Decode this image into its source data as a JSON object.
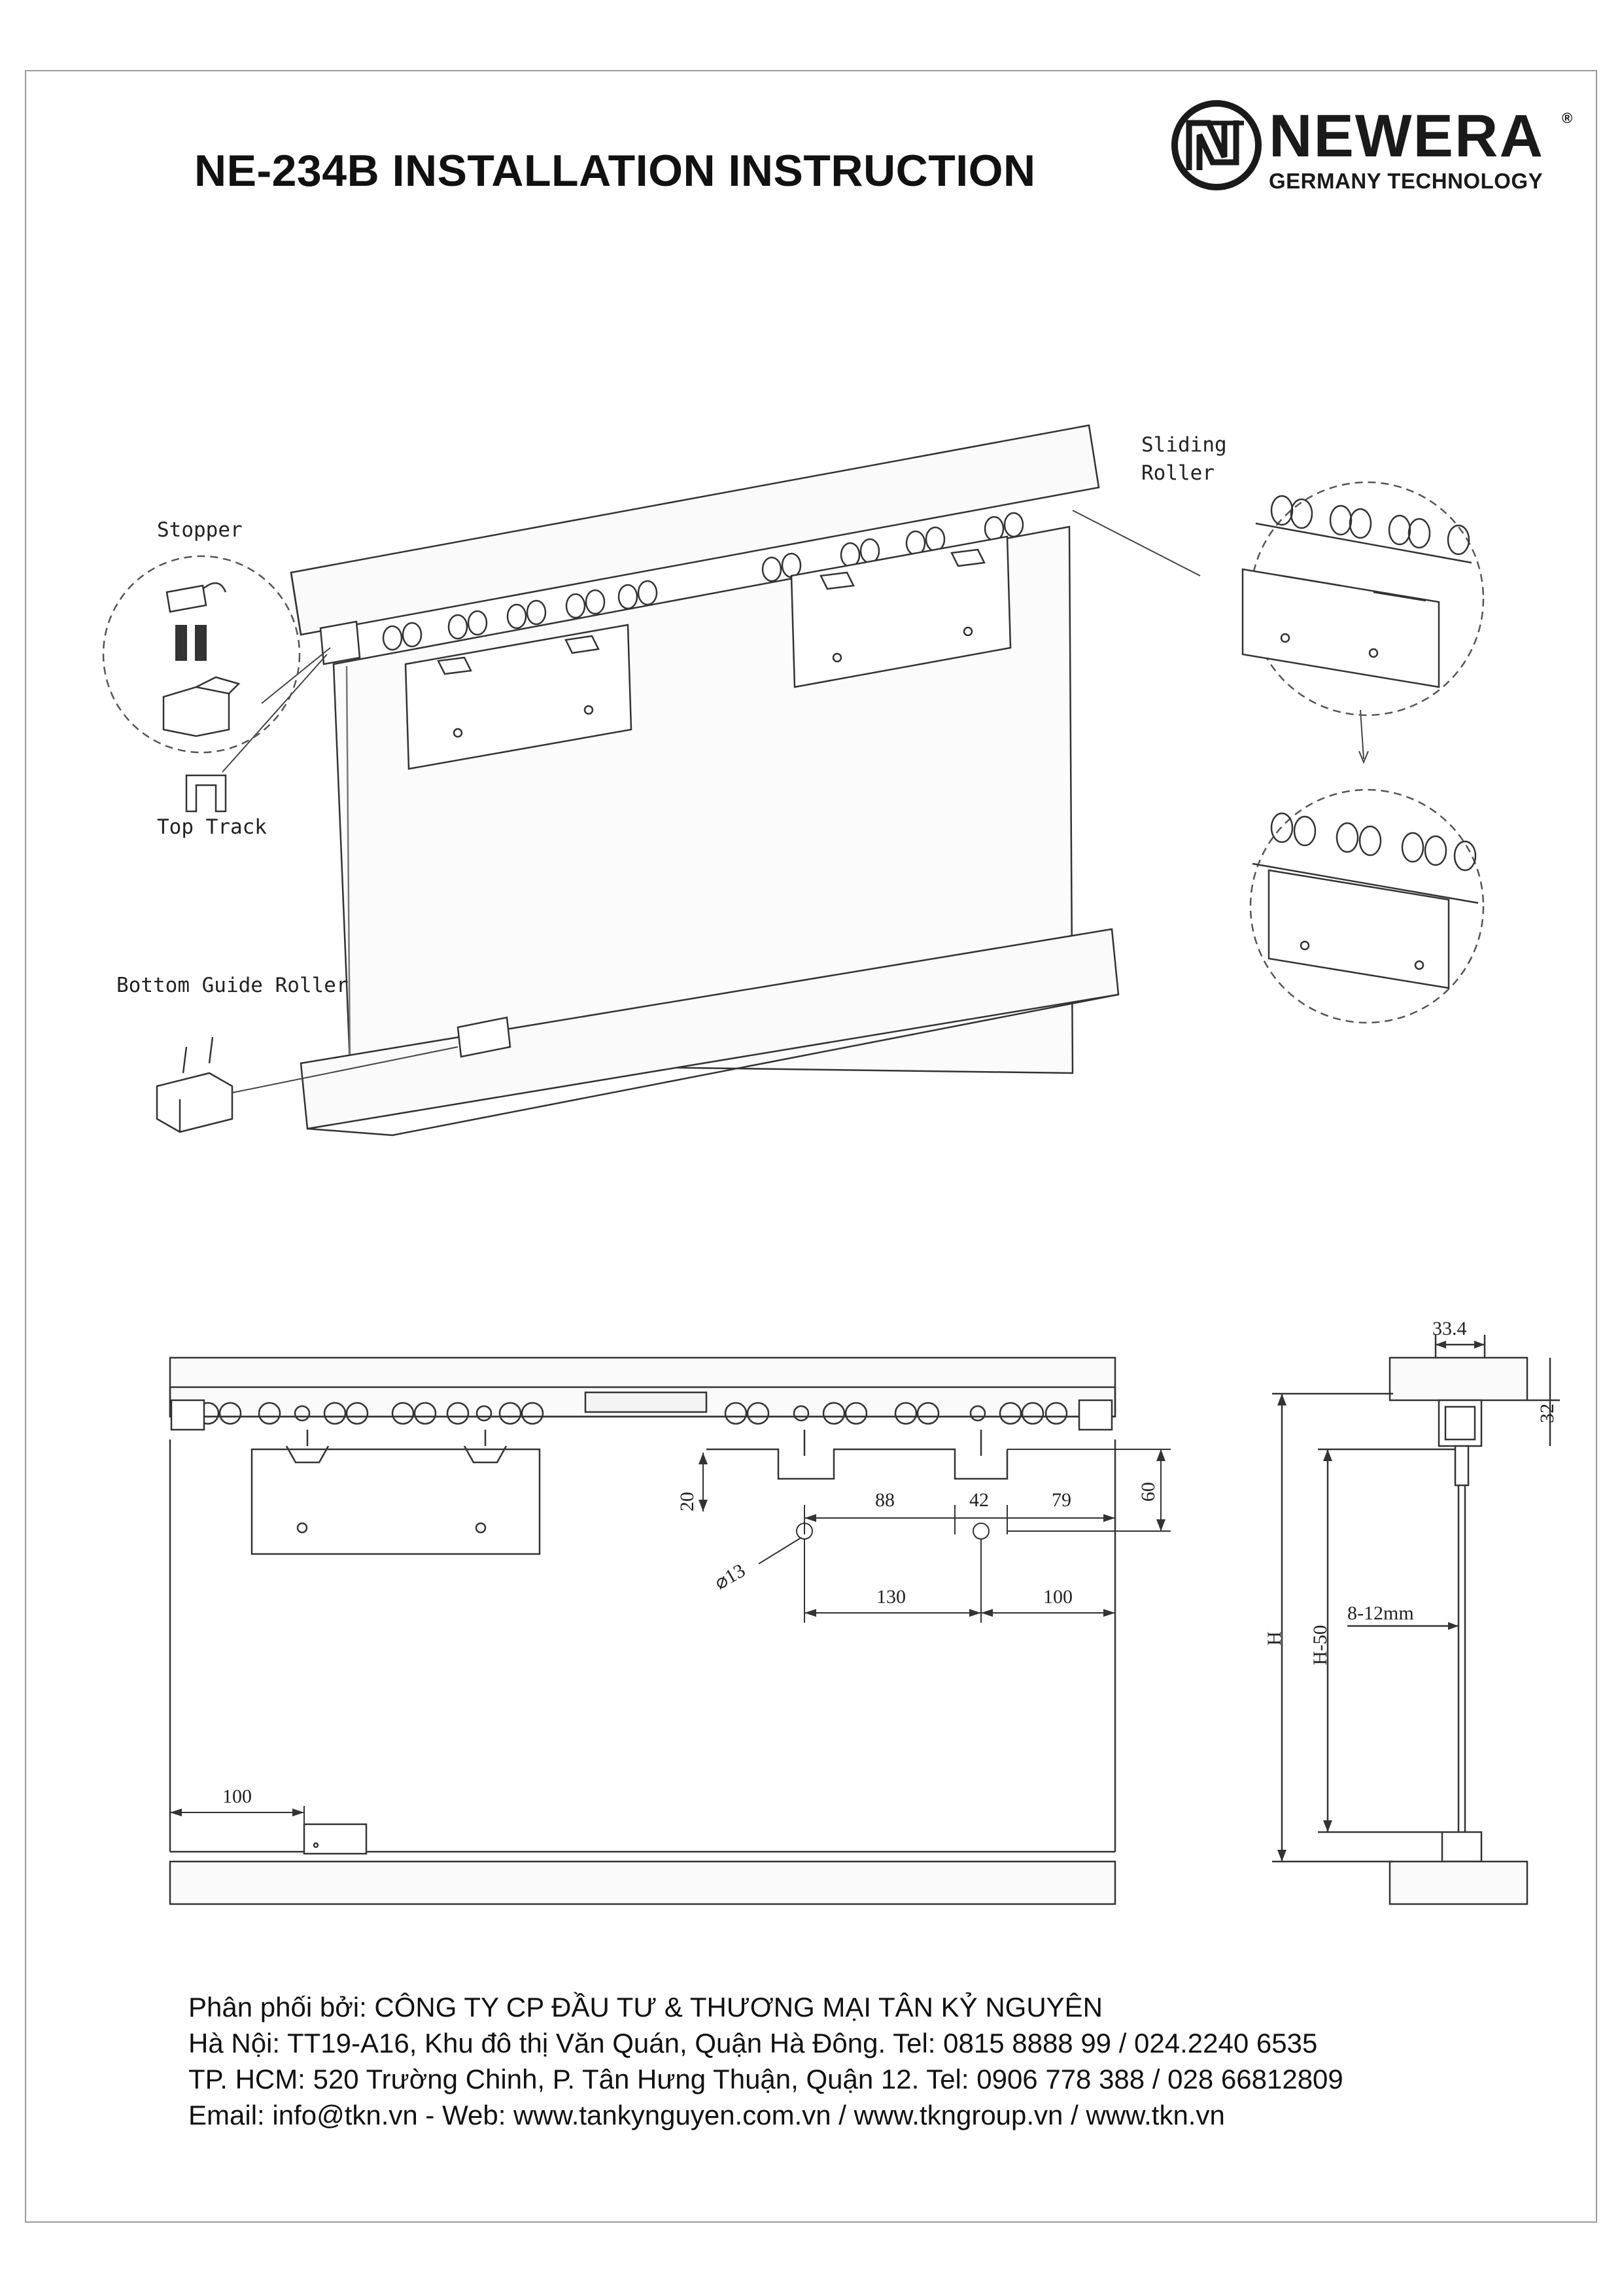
{
  "title": "NE-234B INSTALLATION INSTRUCTION",
  "brand": {
    "name": "NEWERA",
    "registered": "®",
    "tagline": "GERMANY TECHNOLOGY",
    "icon": "newera-logo-icon"
  },
  "parts": {
    "stopper": "Stopper",
    "top_track": "Top Track",
    "bottom_guide_roller": "Bottom Guide Roller",
    "sliding_roller_line1": "Sliding",
    "sliding_roller_line2": "Roller"
  },
  "dimensions": {
    "d20": "20",
    "d88": "88",
    "d42": "42",
    "d79": "79",
    "d60": "60",
    "hole": "⌀13",
    "d130": "130",
    "d100_right": "100",
    "d100_bottom": "100",
    "d33_4": "33.4",
    "d32": "32",
    "glass": "8-12mm",
    "height": "H",
    "height_minus": "H-50"
  },
  "footer": {
    "line1": "Phân phối bởi: CÔNG TY CP ĐẦU TƯ & THƯƠNG MẠI TÂN KỶ NGUYÊN",
    "line2": "Hà Nội: TT19-A16, Khu đô thị Văn Quán, Quận Hà Đông. Tel: 0815 8888 99 / 024.2240 6535",
    "line3": "TP. HCM: 520 Trường Chinh, P. Tân Hưng Thuận, Quận 12. Tel: 0906 778 388 / 028 66812809",
    "line4": "Email: info@tkn.vn - Web: www.tankynguyen.com.vn / www.tkngroup.vn / www.tkn.vn"
  }
}
